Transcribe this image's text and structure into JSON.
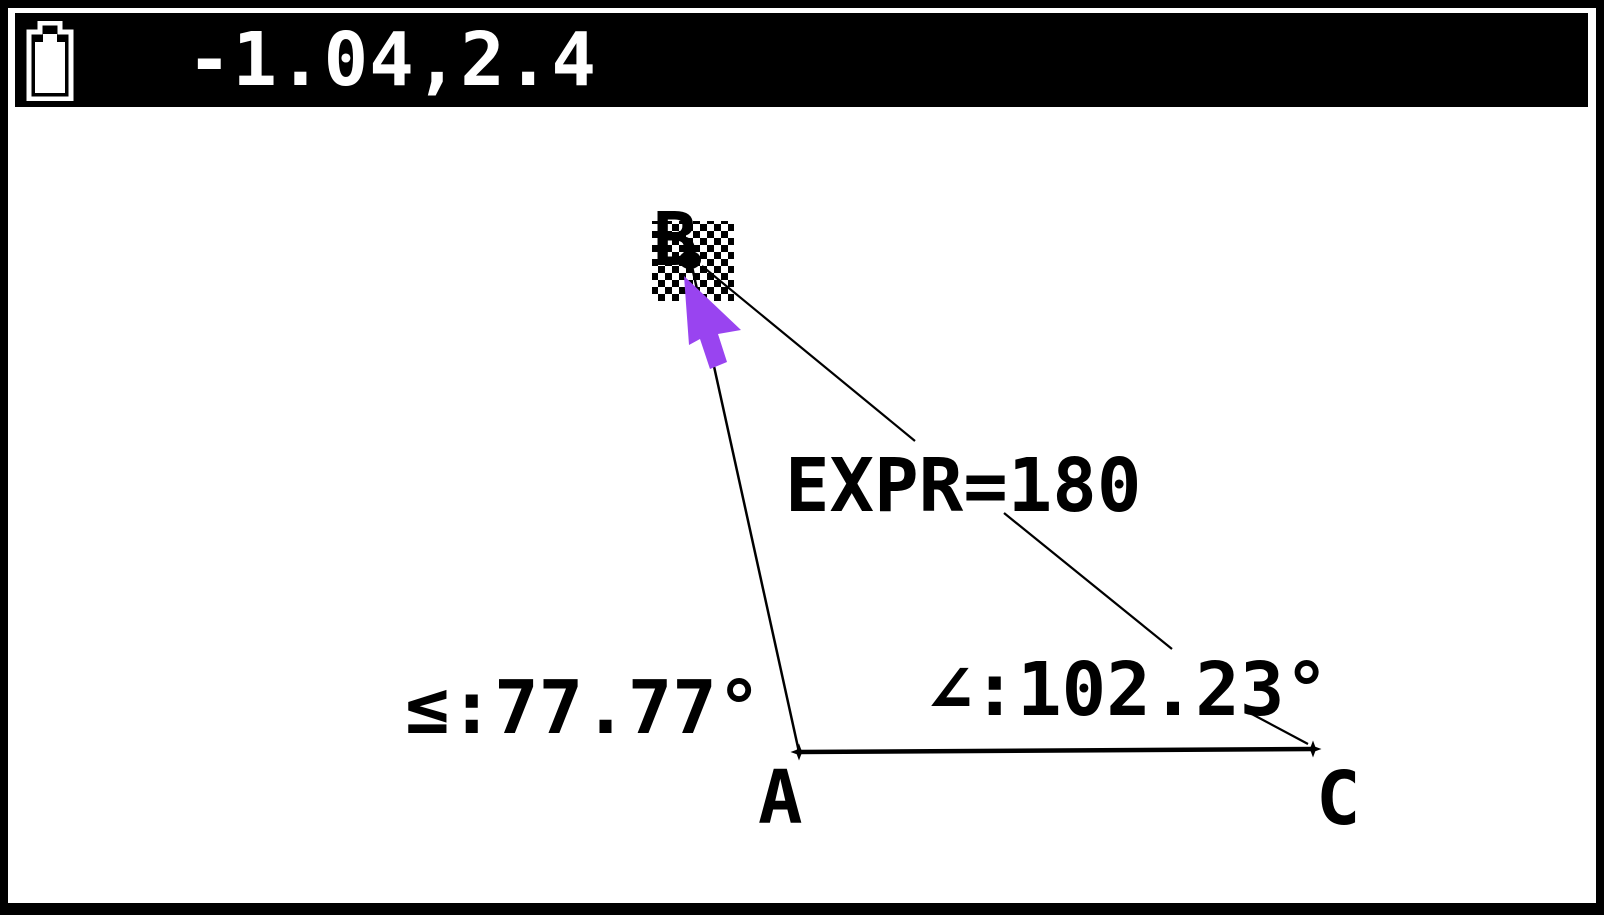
{
  "status_bar": {
    "coordinates": "-1.04,2.4",
    "battery_icon": "battery-full-icon"
  },
  "canvas": {
    "vertex_labels": {
      "b": "B",
      "a": "A",
      "c": "C"
    },
    "expression_label": "EXPR=180",
    "angle_label_left": "≤:77.77°",
    "angle_label_right": "∠:102.23°"
  },
  "colors": {
    "ink": "#000000",
    "paper": "#ffffff",
    "cursor": "#9944f0"
  }
}
